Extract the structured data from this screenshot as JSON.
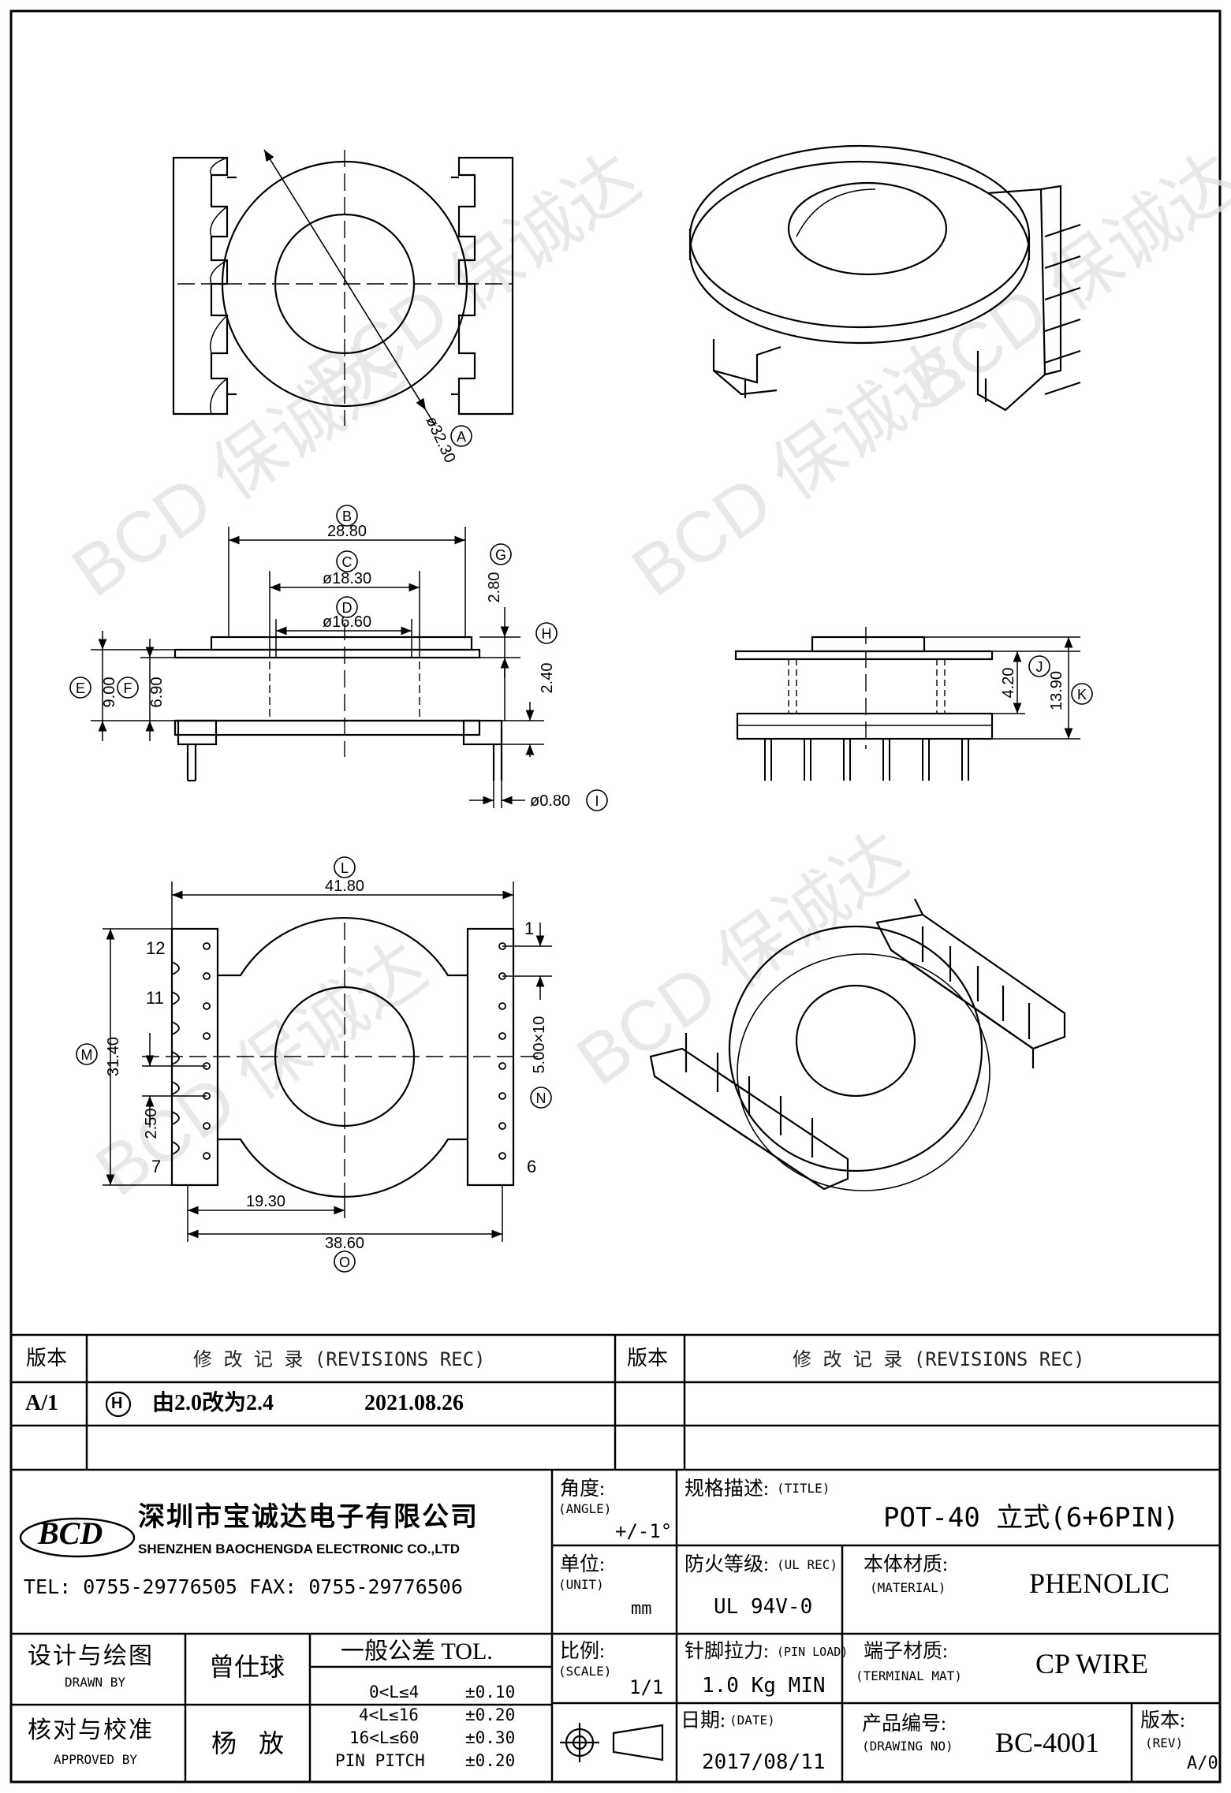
{
  "dimensions": {
    "A": {
      "letter": "A",
      "value": "ø32.30"
    },
    "B": {
      "letter": "B",
      "value": "28.80"
    },
    "C": {
      "letter": "C",
      "value": "ø18.30"
    },
    "D": {
      "letter": "D",
      "value": "ø16.60"
    },
    "E": {
      "letter": "E",
      "value": "9.00"
    },
    "F": {
      "letter": "F",
      "value": "6.90"
    },
    "G": {
      "letter": "G",
      "value": "2.80"
    },
    "H": {
      "letter": "H",
      "value": "2.40"
    },
    "I": {
      "letter": "I",
      "value": "ø0.80"
    },
    "J": {
      "letter": "J",
      "value": "4.20"
    },
    "K": {
      "letter": "K",
      "value": "13.90"
    },
    "L": {
      "letter": "L",
      "value": "41.80"
    },
    "M": {
      "letter": "M",
      "value": "31.40"
    },
    "N": {
      "letter": "N",
      "value": "5.00×10"
    },
    "O": {
      "letter": "O",
      "value": "38.60"
    },
    "P": {
      "value": "2.50"
    },
    "Q": {
      "value": "19.30"
    }
  },
  "pin_labels": {
    "p12": "12",
    "p11": "11",
    "p7": "7",
    "p1": "1",
    "p6": "6"
  },
  "watermark": "BCD 保诚达",
  "revisions": {
    "header_ver": "版本",
    "header_rec": "修  改  记  录  (REVISIONS REC)",
    "rows": [
      {
        "ver": "A/1",
        "mark": "H",
        "text": "由2.0改为2.4",
        "date": "2021.08.26"
      }
    ]
  },
  "company": {
    "logo": "BCD",
    "name_cn": "深圳市宝诚达电子有限公司",
    "name_en": "SHENZHEN BAOCHENGDA ELECTRONIC CO.,LTD",
    "tel": "TEL: 0755-29776505  FAX: 0755-29776506"
  },
  "title_block": {
    "angle_label": "角度:",
    "angle_en": "(ANGLE)",
    "angle_value": "+/-1°",
    "title_label": "规格描述:",
    "title_en": "(TITLE)",
    "title_value": "POT-40 立式(6+6PIN)",
    "unit_label": "单位:",
    "unit_en": "(UNIT)",
    "unit_value": "mm",
    "ul_label": "防火等级:",
    "ul_en": "(UL REC)",
    "ul_value": "UL 94V-0",
    "material_label": "本体材质:",
    "material_en": "(MATERIAL)",
    "material_value": "PHENOLIC",
    "design_label": "设计与绘图",
    "design_en": "DRAWN BY",
    "designer": "曾仕球",
    "tol_label": "一般公差 TOL.",
    "tol_rows": [
      {
        "range": "0<L≤4",
        "value": "±0.10"
      },
      {
        "range": "4<L≤16",
        "value": "±0.20"
      },
      {
        "range": "16<L≤60",
        "value": "±0.30"
      },
      {
        "range": "PIN PITCH",
        "value": "±0.20"
      }
    ],
    "scale_label": "比例:",
    "scale_en": "(SCALE)",
    "scale_value": "1/1",
    "pinload_label": "针脚拉力:",
    "pinload_en": "(PIN LOAD)",
    "pinload_value": "1.0 Kg MIN",
    "terminal_label": "端子材质:",
    "terminal_en": "(TERMINAL MAT)",
    "terminal_value": "CP WIRE",
    "check_label": "核对与校准",
    "check_en": "APPROVED BY",
    "checker": "杨 放",
    "date_label": "日期:",
    "date_en": "(DATE)",
    "date_value": "2017/08/11",
    "drawing_label": "产品编号:",
    "drawing_en": "(DRAWING NO)",
    "drawing_value": "BC-4001",
    "rev_label": "版本:",
    "rev_en": "(REV)",
    "rev_value": "A/0"
  }
}
